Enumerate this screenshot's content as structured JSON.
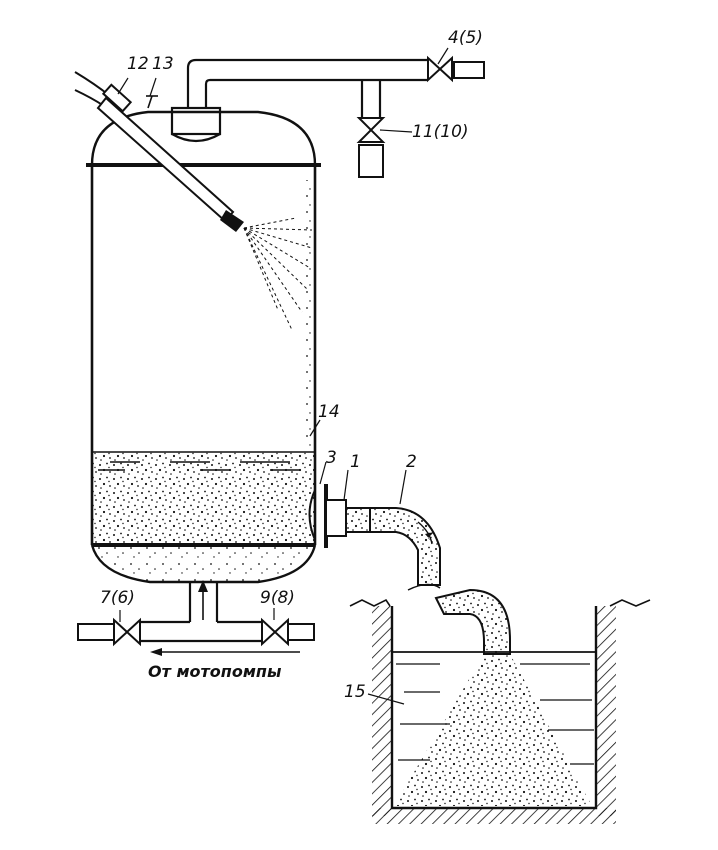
{
  "labels": {
    "l12": "12",
    "l13": "13",
    "l4_5": "4(5)",
    "l11_10": "11(10)",
    "l14": "14",
    "l3": "3",
    "l1": "1",
    "l2": "2",
    "l7_6": "7(6)",
    "l9_8": "9(8)",
    "l15": "15"
  },
  "caption": "От мотопомпы",
  "colors": {
    "ink": "#111111",
    "paper": "#ffffff"
  }
}
